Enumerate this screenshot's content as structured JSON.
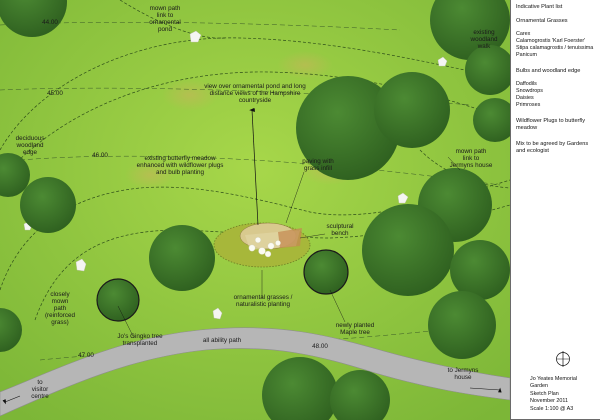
{
  "map": {
    "labels": {
      "mown_path_pond": "mown path link to ornamental pond",
      "existing_woodland_walk": "existing woodland walk",
      "view_over_pond": "view over ornamental pond and long distance views of the Hampshire countryside",
      "deciduous_edge": "deciduous woodland edge",
      "butterfly_meadow": "existing butterfly meadow enhanced with wildflower plugs and bulb planting",
      "paving": "paving with grass infill",
      "mown_path_jermyns": "mown path link to Jermyns house",
      "sculptural_bench": "sculptural bench",
      "closely_mown": "closely mown path (reinforced grass)",
      "ornamental_grasses": "ornamental grasses / naturalistic planting",
      "ginkgo": "Jo's Gingko tree transplanted",
      "all_ability_path": "all ability path",
      "maple": "newly planted Maple tree",
      "to_visitor_centre": "to visitor centre",
      "to_jermyns": "to Jermyns house"
    },
    "contours": [
      "44.00",
      "45.00",
      "46.00",
      "47.00",
      "48.00"
    ]
  },
  "legend": {
    "title": "Indicative Plant list",
    "groups": [
      {
        "heading": "Ornamental Grasses",
        "plants": [
          "Carex",
          "Calamogrostis 'Karl Foerster'",
          "Stipa calamagrostis / tenuissima",
          "Panicum"
        ]
      },
      {
        "heading": "Bulbs and woodland edge",
        "plants": [
          "Daffodils",
          "Snowdrops",
          "Daisies",
          "Primroses"
        ]
      },
      {
        "heading": "Wildflower Plugs to butterfly meadow",
        "plants": []
      },
      {
        "heading": "Mix to be agreed by Gardens and ecologist",
        "plants": []
      }
    ]
  },
  "title_block": {
    "lines": [
      "Jo Yeates Memorial Garden",
      "Sketch Plan",
      "November 2011",
      "Scale 1:100 @ A3"
    ]
  },
  "colors": {
    "grass": "#8cc43c",
    "tree": "#3f7a2c",
    "path": "#b6b6b6",
    "border": "#6a6a6a"
  }
}
